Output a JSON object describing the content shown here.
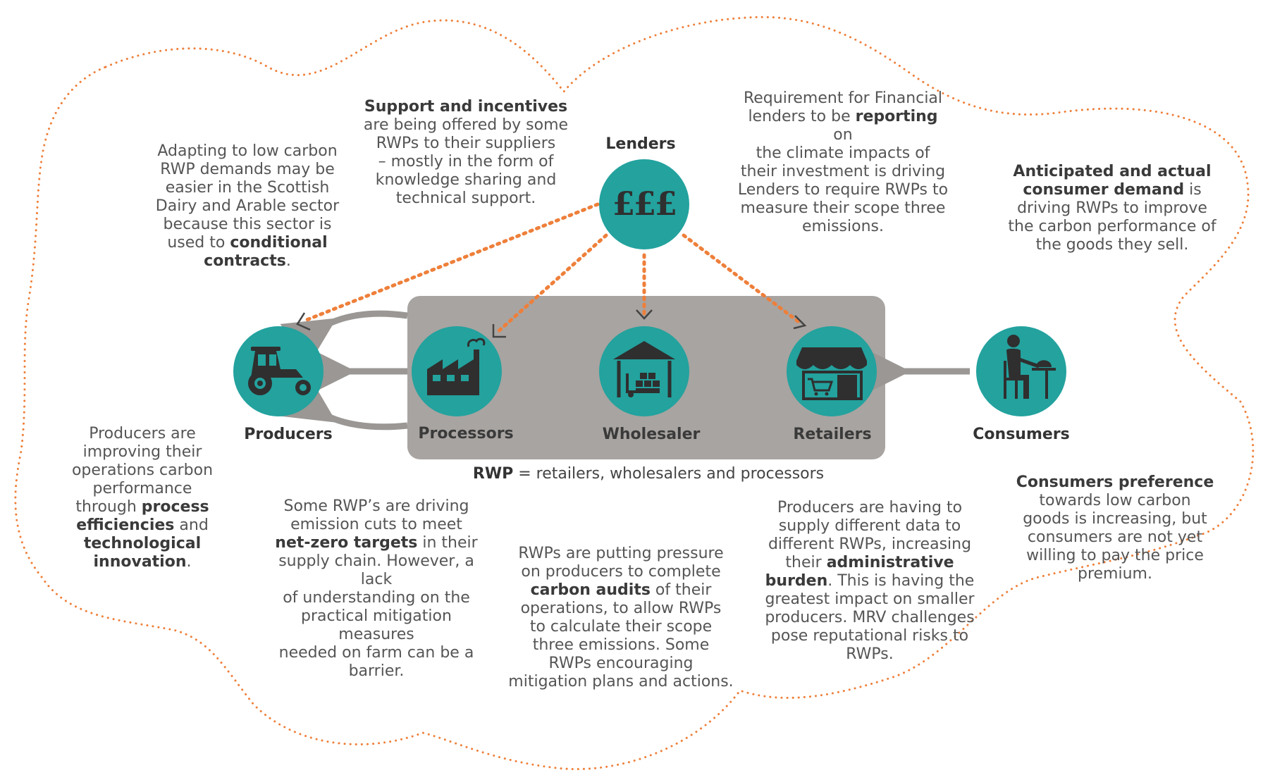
{
  "nodes": {
    "lenders": {
      "label": "Lenders",
      "icon": "pound-coins-icon"
    },
    "producers": {
      "label": "Producers",
      "icon": "tractor-icon"
    },
    "processors": {
      "label": "Processors",
      "icon": "factory-icon"
    },
    "wholesaler": {
      "label": "Wholesaler",
      "icon": "warehouse-icon"
    },
    "retailers": {
      "label": "Retailers",
      "icon": "storefront-icon"
    },
    "consumers": {
      "label": "Consumers",
      "icon": "person-dining-icon"
    }
  },
  "lender_symbol": "£££",
  "rwp_caption": {
    "bold": "RWP",
    "rest": " = retailers, wholesalers and processors"
  },
  "notes": {
    "adapting": {
      "l1": "Adapting to low carbon",
      "l2": "RWP demands may be",
      "l3": "easier in the Scottish",
      "l4": "Dairy and Arable sector",
      "l5": "because this sector is",
      "l6a": "used to ",
      "l6b": "conditional",
      "l7b": "contracts",
      "l7c": "."
    },
    "support": {
      "l1b": "Support and incentives",
      "l2": "are being offered by some",
      "l3": "RWPs to their suppliers",
      "l4": "– mostly in the form of",
      "l5": "knowledge sharing and",
      "l6": "technical support."
    },
    "requirement": {
      "l1": "Requirement for Financial",
      "l2a": "lenders to be ",
      "l2b": "reporting",
      "l2c": " on",
      "l3": "the climate impacts of",
      "l4": "their investment is driving",
      "l5": "Lenders to require RWPs to",
      "l6": "measure their scope three",
      "l7": "emissions."
    },
    "anticipated": {
      "l1b": "Anticipated and actual",
      "l2b": "consumer demand",
      "l2c": "  is",
      "l3": "driving RWPs to improve",
      "l4": "the carbon performance of",
      "l5": "the goods they sell."
    },
    "producers_improving": {
      "l1": "Producers are",
      "l2": "improving their",
      "l3": "operations carbon",
      "l4": "performance",
      "l5a": "through ",
      "l5b": "process",
      "l6b": "efficiencies",
      "l6c": " and",
      "l7b": "technological",
      "l8b": "innovation",
      "l8c": "."
    },
    "netzero": {
      "l1": "Some RWP’s are driving",
      "l2": "emission cuts to meet",
      "l3b": "net-zero targets",
      "l3c": " in their",
      "l4": "supply chain. However, a lack",
      "l5": "of understanding on the",
      "l6": "practical mitigation measures",
      "l7": "needed on farm can be a",
      "l8": "barrier."
    },
    "audits": {
      "l1": "RWPs are putting pressure",
      "l2": "on producers to complete",
      "l3b": "carbon audits",
      "l3c": " of their",
      "l4": "operations, to allow RWPs",
      "l5": "to calculate their scope",
      "l6": "three emissions. Some",
      "l7": "RWPs encouraging",
      "l8": "mitigation plans and actions."
    },
    "admin": {
      "l1": "Producers are having to",
      "l2": "supply different data to",
      "l3": "different RWPs, increasing",
      "l4a": "their ",
      "l4b": "administrative",
      "l5b": "burden",
      "l5c": ". This is having the",
      "l6": "greatest impact on smaller",
      "l7": "producers. MRV challenges",
      "l8": "pose reputational risks to",
      "l9": "RWPs."
    },
    "consumer_pref": {
      "l1b": "Consumers preference",
      "l2": "towards low carbon",
      "l3": "goods is increasing, but",
      "l4": "consumers are not yet",
      "l5": "willing to pay the price",
      "l6": "premium."
    }
  },
  "colors": {
    "teal": "#23a29e",
    "orange": "#ee7f3a",
    "grey_box": "#a8a4a1",
    "arrow_grey": "#9a9794",
    "icon_dark": "#2f2f2f"
  }
}
